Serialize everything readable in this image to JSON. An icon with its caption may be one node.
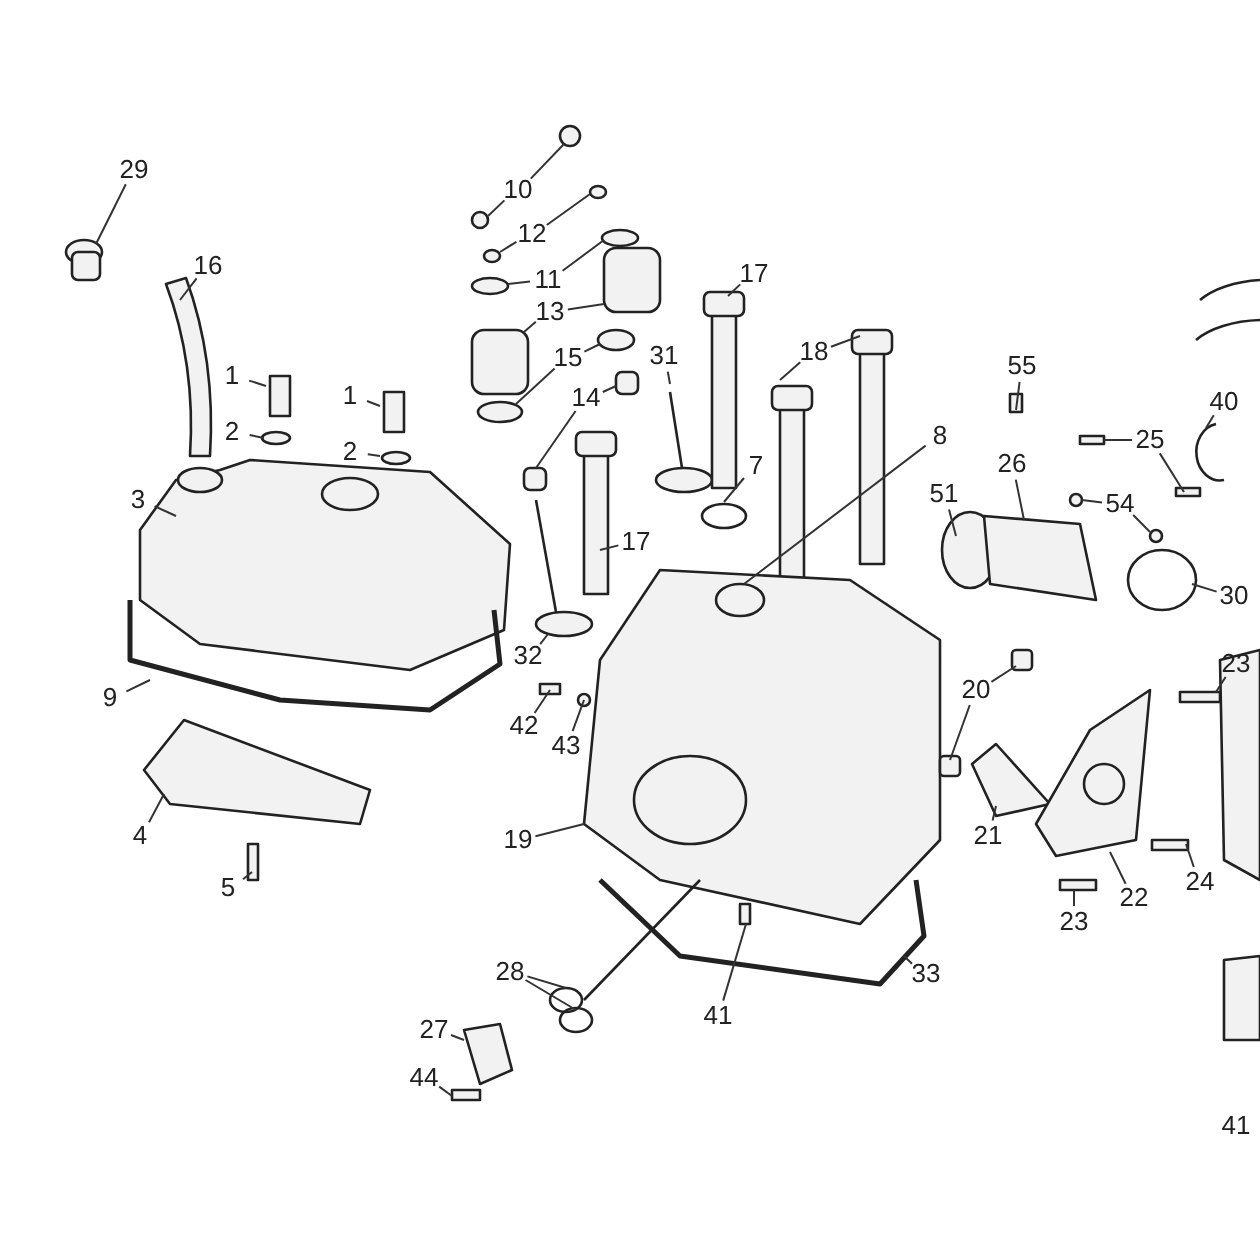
{
  "diagram": {
    "nodes": [
      {
        "text": [
          "29"
        ]
      },
      {
        "text": [
          "16"
        ]
      },
      {
        "text": [
          "1"
        ]
      },
      {
        "text": [
          "2"
        ]
      },
      {
        "text": [
          "1"
        ]
      },
      {
        "text": [
          "2"
        ]
      },
      {
        "text": [
          "3"
        ]
      },
      {
        "text": [
          "9"
        ]
      },
      {
        "text": [
          "4"
        ]
      },
      {
        "text": [
          "5"
        ]
      },
      {
        "text": [
          "10"
        ]
      },
      {
        "text": [
          "12"
        ]
      },
      {
        "text": [
          "11"
        ]
      },
      {
        "text": [
          "13"
        ]
      },
      {
        "text": [
          "15"
        ]
      },
      {
        "text": [
          "14"
        ]
      },
      {
        "text": [
          "31"
        ]
      },
      {
        "text": [
          "17"
        ]
      },
      {
        "text": [
          "18"
        ]
      },
      {
        "text": [
          "17"
        ]
      },
      {
        "text": [
          "8"
        ]
      },
      {
        "text": [
          "7"
        ]
      },
      {
        "text": [
          "32"
        ]
      },
      {
        "text": [
          "42"
        ]
      },
      {
        "text": [
          "43"
        ]
      },
      {
        "text": [
          "19"
        ]
      },
      {
        "text": [
          "55"
        ]
      },
      {
        "text": [
          "25"
        ]
      },
      {
        "text": [
          "26"
        ]
      },
      {
        "text": [
          "51"
        ]
      },
      {
        "text": [
          "54"
        ]
      },
      {
        "text": [
          "40"
        ]
      },
      {
        "text": [
          "30"
        ]
      },
      {
        "text": [
          "23"
        ]
      },
      {
        "text": [
          "20"
        ]
      },
      {
        "text": [
          "21"
        ]
      },
      {
        "text": [
          "22"
        ]
      },
      {
        "text": [
          "23"
        ]
      },
      {
        "text": [
          "24"
        ]
      },
      {
        "text": [
          "28"
        ]
      },
      {
        "text": [
          "27"
        ]
      },
      {
        "text": [
          "44"
        ]
      },
      {
        "text": [
          "41"
        ]
      },
      {
        "text": [
          "33"
        ]
      }
    ],
    "edges": [
      {
        "from": 0,
        "to": null,
        "arrow": "none"
      },
      {
        "from": 1,
        "to": null,
        "arrow": "none"
      },
      {
        "from": 2,
        "to": null,
        "arrow": "none"
      },
      {
        "from": 3,
        "to": null,
        "arrow": "none"
      },
      {
        "from": 4,
        "to": null,
        "arrow": "none"
      },
      {
        "from": 5,
        "to": null,
        "arrow": "none"
      },
      {
        "from": 6,
        "to": null,
        "arrow": "none"
      },
      {
        "from": 7,
        "to": null,
        "arrow": "none"
      },
      {
        "from": 8,
        "to": null,
        "arrow": "none"
      },
      {
        "from": 9,
        "to": null,
        "arrow": "none"
      },
      {
        "from": 10,
        "to": null,
        "arrow": "none"
      },
      {
        "from": 10,
        "to": null,
        "arrow": "none"
      },
      {
        "from": 11,
        "to": null,
        "arrow": "none"
      },
      {
        "from": 11,
        "to": null,
        "arrow": "none"
      },
      {
        "from": 12,
        "to": null,
        "arrow": "none"
      },
      {
        "from": 12,
        "to": null,
        "arrow": "none"
      },
      {
        "from": 13,
        "to": null,
        "arrow": "none"
      },
      {
        "from": 13,
        "to": null,
        "arrow": "none"
      },
      {
        "from": 14,
        "to": null,
        "arrow": "none"
      },
      {
        "from": 14,
        "to": null,
        "arrow": "none"
      },
      {
        "from": 15,
        "to": null,
        "arrow": "none"
      },
      {
        "from": 15,
        "to": null,
        "arrow": "none"
      },
      {
        "from": 16,
        "to": null,
        "arrow": "none"
      },
      {
        "from": 17,
        "to": null,
        "arrow": "none"
      },
      {
        "from": 18,
        "to": null,
        "arrow": "none"
      },
      {
        "from": 18,
        "to": null,
        "arrow": "none"
      },
      {
        "from": 19,
        "to": null,
        "arrow": "none"
      },
      {
        "from": 20,
        "to": null,
        "arrow": "none"
      },
      {
        "from": 21,
        "to": null,
        "arrow": "none"
      },
      {
        "from": 22,
        "to": null,
        "arrow": "none"
      },
      {
        "from": 23,
        "to": null,
        "arrow": "none"
      },
      {
        "from": 24,
        "to": null,
        "arrow": "none"
      },
      {
        "from": 25,
        "to": null,
        "arrow": "none"
      },
      {
        "from": 26,
        "to": null,
        "arrow": "none"
      },
      {
        "from": 27,
        "to": null,
        "arrow": "none"
      },
      {
        "from": 27,
        "to": null,
        "arrow": "none"
      },
      {
        "from": 28,
        "to": null,
        "arrow": "none"
      },
      {
        "from": 29,
        "to": null,
        "arrow": "none"
      },
      {
        "from": 30,
        "to": null,
        "arrow": "none"
      },
      {
        "from": 30,
        "to": null,
        "arrow": "none"
      },
      {
        "from": 31,
        "to": null,
        "arrow": "none"
      },
      {
        "from": 32,
        "to": null,
        "arrow": "none"
      },
      {
        "from": 33,
        "to": null,
        "arrow": "none"
      },
      {
        "from": 34,
        "to": null,
        "arrow": "none"
      },
      {
        "from": 34,
        "to": null,
        "arrow": "none"
      },
      {
        "from": 35,
        "to": null,
        "arrow": "none"
      },
      {
        "from": 36,
        "to": null,
        "arrow": "none"
      },
      {
        "from": 37,
        "to": null,
        "arrow": "none"
      },
      {
        "from": 38,
        "to": null,
        "arrow": "none"
      },
      {
        "from": 39,
        "to": null,
        "arrow": "none"
      },
      {
        "from": 39,
        "to": null,
        "arrow": "none"
      },
      {
        "from": 40,
        "to": null,
        "arrow": "none"
      },
      {
        "from": 41,
        "to": null,
        "arrow": "none"
      },
      {
        "from": 42,
        "to": null,
        "arrow": "none"
      },
      {
        "from": 43,
        "to": null,
        "arrow": "none"
      }
    ],
    "labels": [
      "41"
    ]
  }
}
